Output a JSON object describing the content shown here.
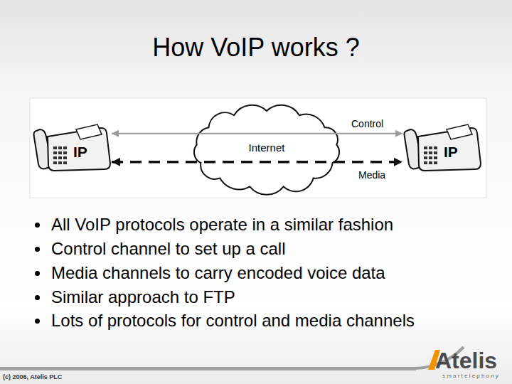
{
  "diagram": {
    "title": "How VoIP works ?",
    "nodes": [
      {
        "text": [
          "IP"
        ]
      },
      {
        "text": [
          "Internet"
        ]
      },
      {
        "text": [
          "IP"
        ]
      }
    ],
    "edges": [
      {
        "from": 0,
        "to": 2,
        "arrow": "both",
        "label": "Control"
      },
      {
        "from": 0,
        "to": 2,
        "arrow": "both",
        "label": "Media"
      }
    ],
    "labels": [
      "All VoIP protocols operate in a similar fashion",
      "Control channel to set up a call",
      "Media channels to carry encoded voice data",
      "Similar approach to FTP",
      "Lots of protocols for control and media channels",
      "(c) 2006, Atelis PLC",
      "Atelis",
      "smartelephony"
    ]
  }
}
